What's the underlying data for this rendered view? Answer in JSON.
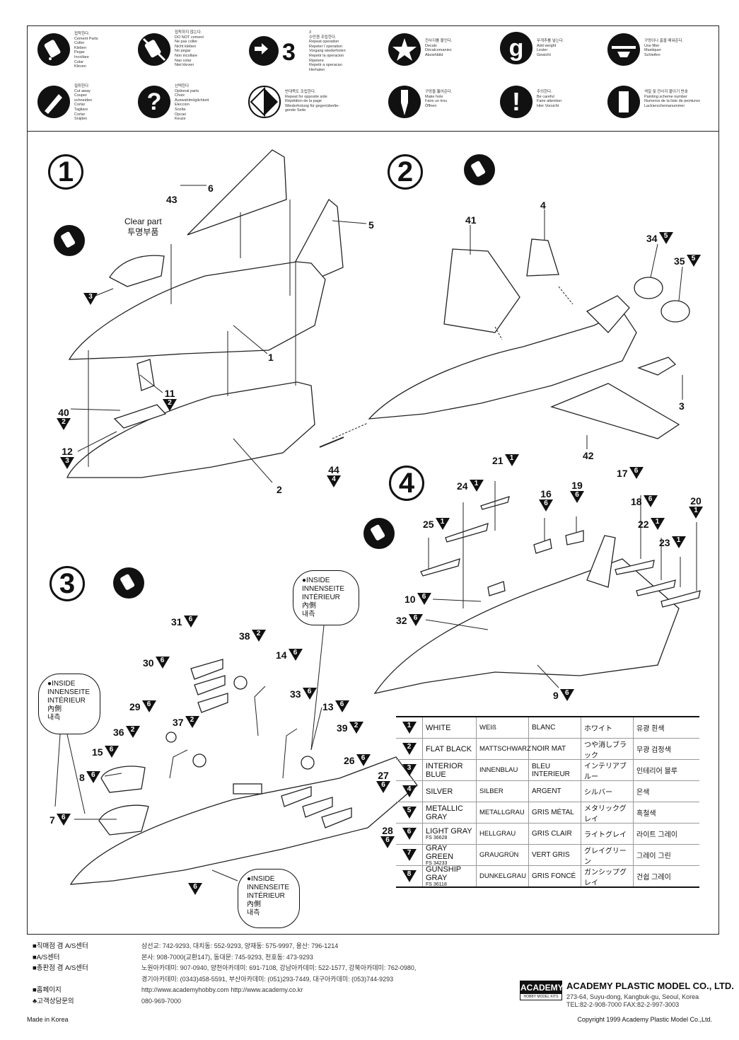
{
  "legend": [
    {
      "icon": "glue-icon",
      "text": "접착한다.\nCement Parts\nColler\nKleben\nPegar\nIncollare\nColar\nKleven"
    },
    {
      "icon": "no-glue-icon",
      "text": "접착하지 않는다.\nDO NOT cement\nNe pas coller\nNicht kleben\nNo pegar\nNon incollare\nNao colar\nNiet kleven"
    },
    {
      "icon": "repeat-icon",
      "text": "3\n수만큼 조립한다.\nRepeat operation\nRepeter l`operation\nVorgang wiederholen\nRepetir la operacion\nRipetere\nRepetir a operacao\nHerhalen"
    },
    {
      "icon": "star-icon",
      "text": "전사지를 붙인다.\nDecals\nDécalcomanies\nAbziehbild"
    },
    {
      "icon": "weight-icon",
      "text": "무게추를 넣는다.\nAdd weight\nLester\nGewicht"
    },
    {
      "icon": "filler-icon",
      "text": "구멍이나 홈을 메워준다.\nUse filler\nMastiquer\nSchleifen"
    },
    {
      "icon": "knife-icon",
      "text": "절취한다\nCut away\nCouper\nschneiden\nCortar\nTagliare\nCortar\nSnijden"
    },
    {
      "icon": "question-icon",
      "text": "선택한다\nOptional parts\nChoix\nAuswahlmöglichkeit\nEleccion\nScelta\nOpcao\nKeuze"
    },
    {
      "icon": "opposite-icon",
      "text": "반대쪽도 조립한다.\nRepeat for opposite side\nRépétition de la page\nWiederholung für gegenüberlie-\ngende Seite"
    },
    {
      "icon": "drill-icon",
      "text": "구멍을 뚫어준다.\nMake hole\nFaire un trou\nÖffnen"
    },
    {
      "icon": "caution-icon",
      "text": "주의한다.\nBe careful\nFaire attention\nHier Vorsicht"
    },
    {
      "icon": "paint-number-icon",
      "text": "색칠 및 전사지 붙이기 번호\nPainting scheme number\nNumeros de la liste de peintures\nLackierschemanummer"
    }
  ],
  "steps": [
    "1",
    "2",
    "3",
    "4"
  ],
  "step1": {
    "clear_part": "Clear part",
    "clear_part_kr": "투명부품",
    "parts": [
      {
        "n": "6"
      },
      {
        "n": "43"
      },
      {
        "n": "5"
      },
      {
        "n": "1"
      },
      {
        "n": "2"
      },
      {
        "n": "11",
        "c": "2"
      },
      {
        "n": "40",
        "c": "2"
      },
      {
        "n": "12",
        "c": "3"
      },
      {
        "n": "44",
        "c": "4"
      },
      {
        "n": "",
        "c": "3"
      }
    ]
  },
  "step2": {
    "parts": [
      "41",
      "4",
      "34",
      "35",
      "3",
      "42"
    ],
    "color_34": "5",
    "color_35": "5"
  },
  "step3": {
    "inside": {
      "l1": "●INSIDE",
      "l2": "INNENSEITE",
      "l3": "INTÉRIEUR",
      "l4": "內側",
      "l5": "내측"
    },
    "parts": [
      {
        "n": "31",
        "c": "6"
      },
      {
        "n": "38",
        "c": "2"
      },
      {
        "n": "30",
        "c": "6"
      },
      {
        "n": "14",
        "c": "6"
      },
      {
        "n": "29",
        "c": "6"
      },
      {
        "n": "33",
        "c": "6"
      },
      {
        "n": "13",
        "c": "6"
      },
      {
        "n": "36",
        "c": "2"
      },
      {
        "n": "37",
        "c": "2"
      },
      {
        "n": "39",
        "c": "2"
      },
      {
        "n": "15",
        "c": "6"
      },
      {
        "n": "26",
        "c": "6"
      },
      {
        "n": "8",
        "c": "6"
      },
      {
        "n": "27",
        "c": "6"
      },
      {
        "n": "7",
        "c": "6"
      },
      {
        "n": "28",
        "c": "6"
      },
      {
        "n": "",
        "c": "6"
      }
    ]
  },
  "step4": {
    "parts": [
      {
        "n": "21",
        "c": "1"
      },
      {
        "n": "24",
        "c": "1"
      },
      {
        "n": "16",
        "c": "6"
      },
      {
        "n": "19",
        "c": "6"
      },
      {
        "n": "17",
        "c": "6"
      },
      {
        "n": "18",
        "c": "6"
      },
      {
        "n": "20",
        "c": "1"
      },
      {
        "n": "25",
        "c": "1"
      },
      {
        "n": "22",
        "c": "1"
      },
      {
        "n": "23",
        "c": "1"
      },
      {
        "n": "10",
        "c": "6"
      },
      {
        "n": "32",
        "c": "6"
      },
      {
        "n": "9",
        "c": "6"
      }
    ]
  },
  "colors": [
    {
      "n": "1",
      "en": "WHITE",
      "de": "WEIß",
      "fr": "BLANC",
      "jp": "ホワイト",
      "kr": "유광 흰색",
      "fs": ""
    },
    {
      "n": "2",
      "en": "FLAT BLACK",
      "de": "MATTSCHWARZ",
      "fr": "NOIR MAT",
      "jp": "つや消しブラック",
      "kr": "무광 검정색",
      "fs": ""
    },
    {
      "n": "3",
      "en": "INTERIOR BLUE",
      "de": "INNENBLAU",
      "fr": "BLEU INTERIEUR",
      "jp": "インテリアブルー",
      "kr": "인테리어 블루",
      "fs": ""
    },
    {
      "n": "4",
      "en": "SILVER",
      "de": "SILBER",
      "fr": "ARGENT",
      "jp": "シルバー",
      "kr": "은색",
      "fs": ""
    },
    {
      "n": "5",
      "en": "METALLIC GRAY",
      "de": "METALLGRAU",
      "fr": "GRIS MÉTAL",
      "jp": "メタリックグレイ",
      "kr": "흑철색",
      "fs": ""
    },
    {
      "n": "6",
      "en": "LIGHT GRAY",
      "de": "HELLGRAU",
      "fr": "GRIS CLAIR",
      "jp": "ライトグレイ",
      "kr": "라이트 그레이",
      "fs": "FS 36628"
    },
    {
      "n": "7",
      "en": "GRAY GREEN",
      "de": "GRAUGRÜN",
      "fr": "VERT GRIS",
      "jp": "グレイグリーン",
      "kr": "그레이 그린",
      "fs": "FS 34233"
    },
    {
      "n": "8",
      "en": "GUNSHIP GRAY",
      "de": "DUNKELGRAU",
      "fr": "GRIS FONCÉ",
      "jp": "ガンシップグレイ",
      "kr": "건쉽 그레이",
      "fs": "FS 36118"
    }
  ],
  "footer": {
    "l1": "■직매점 겸 A/S센터",
    "v1": "삼선교: 742-9293, 대치동: 552-9293, 양재동: 575-9997, 용산: 796-1214",
    "l2": "■A/S센터",
    "v2": "본사: 908-7000(교환147), 동대문: 745-9293, 천호동: 473-9293",
    "l3": "■총판점 겸 A/S센터",
    "v3": "노원아카데미: 907-0940, 양천아카데미: 691-7108, 강남아카데미: 522-1577, 강북아카데미: 762-0980,",
    "v3b": "경기아카데미: (0343)458-5591, 부산아카데미: (051)293-7449,  대구아카데미: (053)744-9293",
    "l4": "■홈페이지",
    "v4": "http://www.academyhobby.com          http://www.academy.co.kr",
    "l5": "♣고객상담문의",
    "v5": "080-969-7000",
    "brand_logo": "ACADEMY",
    "brand_sub": "HOBBY MODEL KITS",
    "company": "ACADEMY PLASTIC MODEL CO., LTD.",
    "addr": "273-64, Suyu-dong, Kangbuk-gu, Seoul, Korea",
    "tel": "TEL:82-2-908-7000  FAX:82-2-997-3003",
    "made": "Made in Korea",
    "copy": "Copyright 1999 Academy Plastic Model Co.,Ltd."
  }
}
